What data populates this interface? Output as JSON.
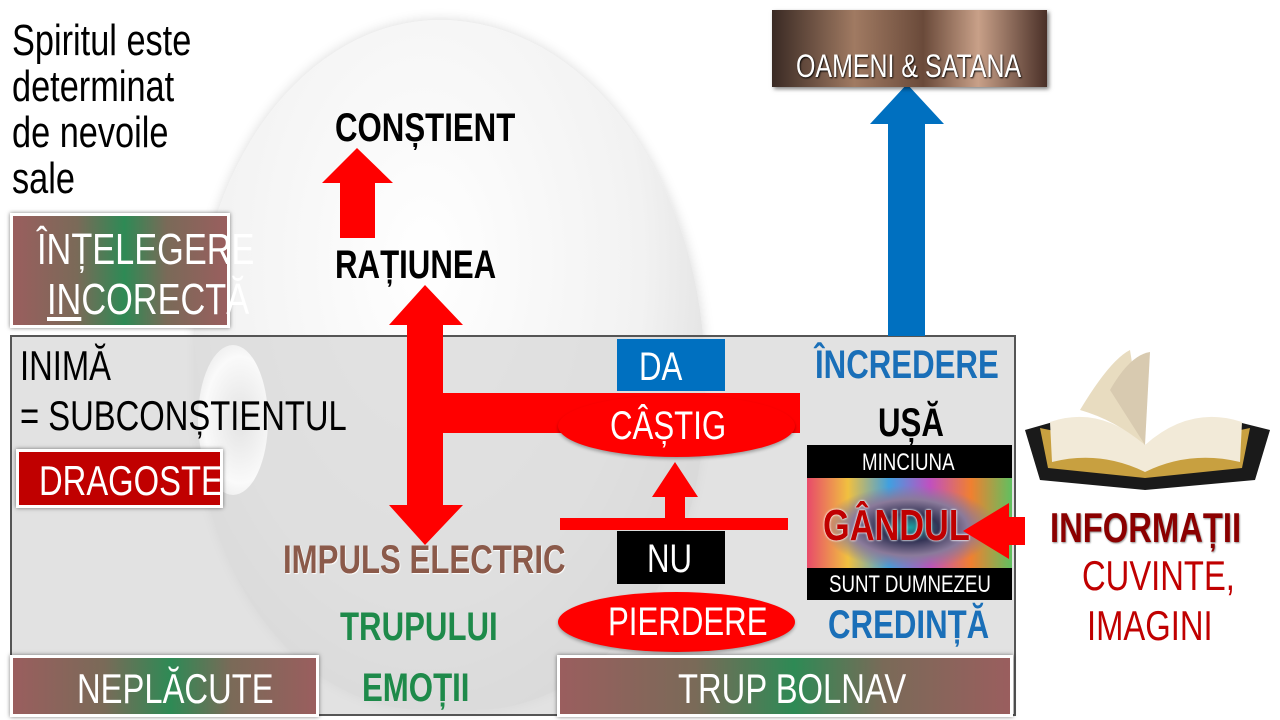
{
  "intro": [
    "Spiritul este",
    "determinat",
    "de nevoile",
    "sale"
  ],
  "understanding": {
    "line1": "ÎNȚELEGERE",
    "line2_underlined": "IN",
    "line2_rest": "CORECTĂ"
  },
  "conscious": "CONȘTIENT",
  "reason": "RAȚIUNEA",
  "heart": {
    "line1": "INIMĂ",
    "line2": "= SUBCONȘTIENTUL"
  },
  "love": "DRAGOSTE",
  "yes": "DA",
  "gain": "CÂȘTIG",
  "no": "NU",
  "loss": "PIERDERE",
  "impulse": "IMPULS ELECTRIC",
  "body": "TRUPULUI",
  "emotions": "EMOȚII",
  "trust": "ÎNCREDERE",
  "door": "UȘĂ",
  "lie": "MINCIUNA",
  "thought": "GÂNDUL",
  "i_am_god": "SUNT DUMNEZEU",
  "faith": "CREDINȚĂ",
  "people": "OAMENI & SATANA",
  "information": "INFORMAȚII",
  "words": "CUVINTE,",
  "images": "IMAGINI",
  "unpleasant": "NEPLĂCUTE",
  "sick_body": "TRUP BOLNAV",
  "colors": {
    "red": "#ff0000",
    "blue": "#0070c0",
    "dark_red": "#c00000",
    "green": "#1e8a4a",
    "brown": "#8b5a4a"
  }
}
